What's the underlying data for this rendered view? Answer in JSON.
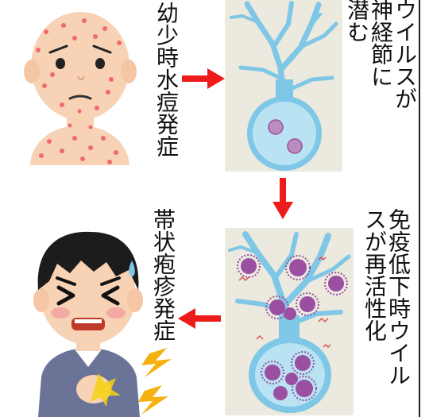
{
  "labels": {
    "childhood_chickenpox": "幼少時水痘発症",
    "virus_hides_in_nerve": [
      "ウイルスが",
      "神経節に",
      "潜む"
    ],
    "reactivation_low_immunity": [
      "免疫低下時ウイル",
      "スが再活性化"
    ],
    "shingles_onset": "帯状疱疹発症"
  },
  "colors": {
    "arrow": "#ee1b1b",
    "panel_bg": "#ece9de",
    "nerve": "#7fc7e6",
    "virus": "#9b4fa3",
    "skin": "#f7d2b4",
    "rash": "#ef6b6b"
  },
  "icons": [
    "child-chickenpox-figure",
    "nerve-cell-dormant-virus",
    "nerve-cell-active-virus",
    "man-shingles-pain-figure"
  ]
}
